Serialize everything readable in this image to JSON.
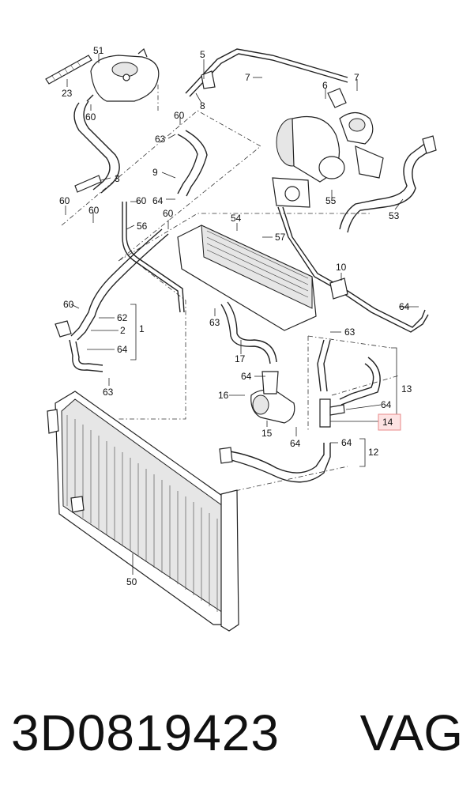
{
  "diagram": {
    "callouts": [
      {
        "id": "c51",
        "text": "51"
      },
      {
        "id": "c23",
        "text": "23"
      },
      {
        "id": "c60a",
        "text": "60"
      },
      {
        "id": "c5",
        "text": "5"
      },
      {
        "id": "c7a",
        "text": "7"
      },
      {
        "id": "c8",
        "text": "8"
      },
      {
        "id": "c6",
        "text": "6"
      },
      {
        "id": "c7b",
        "text": "7"
      },
      {
        "id": "c60b",
        "text": "60"
      },
      {
        "id": "c63a",
        "text": "63"
      },
      {
        "id": "c3",
        "text": "3"
      },
      {
        "id": "c9",
        "text": "9"
      },
      {
        "id": "c55",
        "text": "55"
      },
      {
        "id": "c53",
        "text": "53"
      },
      {
        "id": "c60c",
        "text": "60"
      },
      {
        "id": "c60d",
        "text": "60"
      },
      {
        "id": "c60e",
        "text": "60"
      },
      {
        "id": "c64a",
        "text": "64"
      },
      {
        "id": "c60f",
        "text": "60"
      },
      {
        "id": "c56",
        "text": "56"
      },
      {
        "id": "c54",
        "text": "54"
      },
      {
        "id": "c57",
        "text": "57"
      },
      {
        "id": "c10",
        "text": "10"
      },
      {
        "id": "c60g",
        "text": "60"
      },
      {
        "id": "c62",
        "text": "62"
      },
      {
        "id": "c2",
        "text": "2"
      },
      {
        "id": "c1",
        "text": "1"
      },
      {
        "id": "c64b",
        "text": "64"
      },
      {
        "id": "c63b",
        "text": "63"
      },
      {
        "id": "c63c",
        "text": "63"
      },
      {
        "id": "c64c",
        "text": "64"
      },
      {
        "id": "c63d",
        "text": "63"
      },
      {
        "id": "c17",
        "text": "17"
      },
      {
        "id": "c64d",
        "text": "64"
      },
      {
        "id": "c16",
        "text": "16"
      },
      {
        "id": "c15",
        "text": "15"
      },
      {
        "id": "c64e",
        "text": "64"
      },
      {
        "id": "c13",
        "text": "13"
      },
      {
        "id": "c64f",
        "text": "64"
      },
      {
        "id": "c14",
        "text": "14"
      },
      {
        "id": "c64g",
        "text": "64"
      },
      {
        "id": "c12",
        "text": "12"
      },
      {
        "id": "c50",
        "text": "50"
      }
    ],
    "highlight_callout": "14",
    "highlight_color": "#fde3e3"
  },
  "footer": {
    "part_number": "3D0819423",
    "brand": "VAG"
  }
}
